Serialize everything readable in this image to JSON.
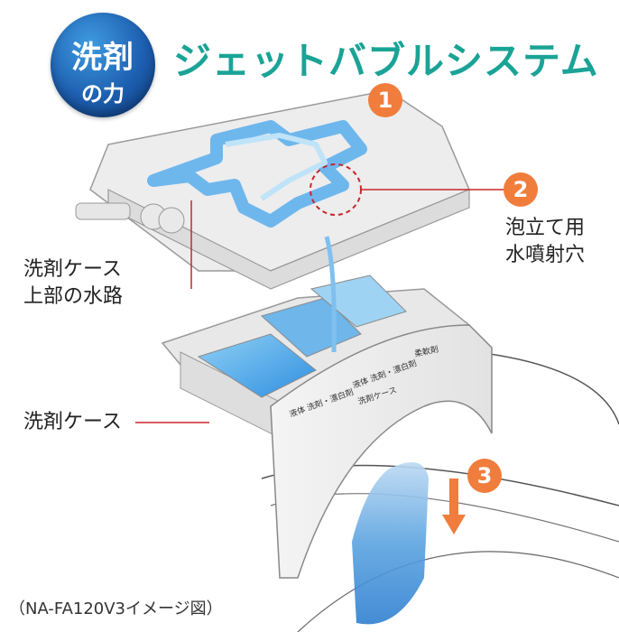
{
  "badge": {
    "line1": "洗剤",
    "line2": "の力"
  },
  "title": "ジェットバブルシステム",
  "callouts": {
    "n1": "1",
    "n2": "2",
    "n3": "3",
    "foam_hole": [
      "泡立て用",
      "水噴射穴"
    ],
    "upper_channel": [
      "洗剤ケース",
      "上部の水路"
    ],
    "case": "洗剤ケース"
  },
  "product_labels": {
    "compartment1": "液体 洗剤・漂白剤",
    "compartment2": "液体 洗剤・漂白剤",
    "compartment3": "柔軟剤",
    "front": "洗剤ケース"
  },
  "caption": "（NA-FA120V3イメージ図）",
  "colors": {
    "badge_blue": "#1d5fb0",
    "title_teal": "#1aa396",
    "accent_orange": "#f07d3c",
    "water_blue": "#4ea7e8",
    "leader_red": "#c8262c"
  }
}
